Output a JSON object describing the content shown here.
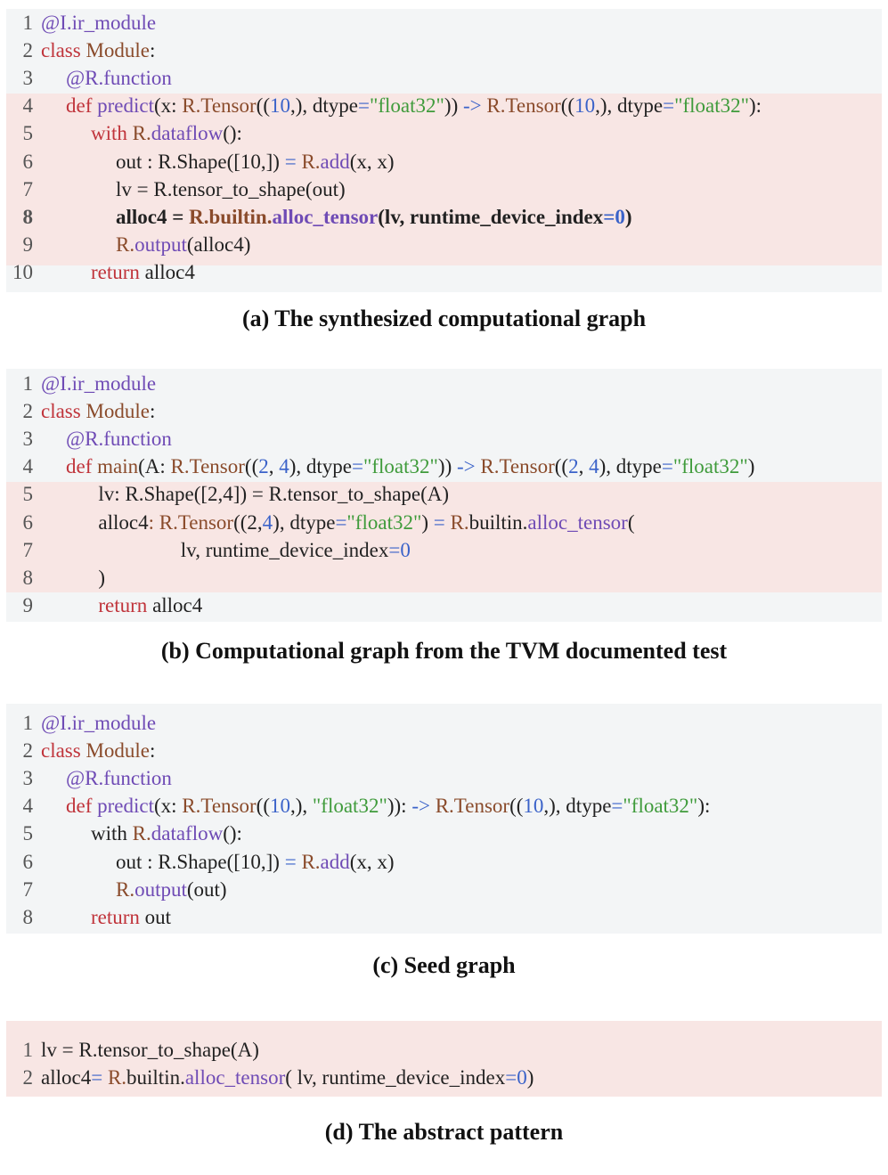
{
  "figures": [
    {
      "caption": "(a) The synthesized computational graph",
      "lines": [
        {
          "n": "1",
          "tokens": [
            {
              "t": "@I.ir_module",
              "c": "f"
            }
          ]
        },
        {
          "n": "2",
          "tokens": [
            {
              "t": "class",
              "c": "k"
            },
            {
              "t": " Module",
              "c": "c"
            },
            {
              "t": ":"
            }
          ]
        },
        {
          "n": "3",
          "indent": 1,
          "tokens": [
            {
              "t": "@R.function",
              "c": "f"
            }
          ]
        },
        {
          "n": "4",
          "indent": 1,
          "tokens": [
            {
              "t": "def ",
              "c": "k"
            },
            {
              "t": "predict",
              "c": "f"
            },
            {
              "t": "(x: "
            },
            {
              "t": "R.Tensor",
              "c": "c"
            },
            {
              "t": "(("
            },
            {
              "t": "10",
              "c": "n"
            },
            {
              "t": ",), dtype"
            },
            {
              "t": "=",
              "c": "o"
            },
            {
              "t": "\"float32\"",
              "c": "s"
            },
            {
              "t": ")) "
            },
            {
              "t": "->",
              "c": "o"
            },
            {
              "t": " "
            },
            {
              "t": "R.Tensor",
              "c": "c"
            },
            {
              "t": "(("
            },
            {
              "t": "10",
              "c": "n"
            },
            {
              "t": ",), dtype"
            },
            {
              "t": "=",
              "c": "o"
            },
            {
              "t": "\"float32\"",
              "c": "s"
            },
            {
              "t": "):"
            }
          ]
        },
        {
          "n": "5",
          "indent": 2,
          "tokens": [
            {
              "t": "with ",
              "c": "k"
            },
            {
              "t": "R.",
              "c": "c"
            },
            {
              "t": "dataflow",
              "c": "f"
            },
            {
              "t": "():"
            }
          ]
        },
        {
          "n": "6",
          "indent": 3,
          "tokens": [
            {
              "t": "out : R.Shape([10,]) "
            },
            {
              "t": "=",
              "c": "o"
            },
            {
              "t": " "
            },
            {
              "t": "R.",
              "c": "c"
            },
            {
              "t": "add",
              "c": "f"
            },
            {
              "t": "(x, x)"
            }
          ]
        },
        {
          "n": "7",
          "indent": 3,
          "tokens": [
            {
              "t": "lv = R.tensor_to_shape(out)"
            }
          ]
        },
        {
          "n": "8",
          "indent": 3,
          "bold": true,
          "tokens": [
            {
              "t": "alloc4 = "
            },
            {
              "t": "R.",
              "c": "c"
            },
            {
              "t": "builtin.",
              "c": "c"
            },
            {
              "t": "alloc_tensor",
              "c": "f"
            },
            {
              "t": "(lv, runtime_device_index"
            },
            {
              "t": "=",
              "c": "o"
            },
            {
              "t": "0",
              "c": "n"
            },
            {
              "t": ")"
            }
          ]
        },
        {
          "n": "9",
          "indent": 3,
          "tokens": [
            {
              "t": "R.",
              "c": "c"
            },
            {
              "t": "output",
              "c": "f"
            },
            {
              "t": "(alloc4)"
            }
          ]
        },
        {
          "n": "10",
          "indent": 2,
          "tokens": [
            {
              "t": "return",
              "c": "k"
            },
            {
              "t": " alloc4"
            }
          ]
        }
      ]
    },
    {
      "caption": "(b) Computational graph from the TVM documented test",
      "lines": [
        {
          "n": "1",
          "tokens": [
            {
              "t": "@I.ir_module",
              "c": "f"
            }
          ]
        },
        {
          "n": "2",
          "tokens": [
            {
              "t": "class",
              "c": "k"
            },
            {
              "t": " Module",
              "c": "c"
            },
            {
              "t": ":"
            }
          ]
        },
        {
          "n": "3",
          "indent": 1,
          "tokens": [
            {
              "t": "@R.function",
              "c": "f"
            }
          ]
        },
        {
          "n": "4",
          "indent": 1,
          "tokens": [
            {
              "t": "def ",
              "c": "k"
            },
            {
              "t": "main",
              "c": "c"
            },
            {
              "t": "(A: "
            },
            {
              "t": "R.Tensor",
              "c": "c"
            },
            {
              "t": "(("
            },
            {
              "t": "2",
              "c": "n"
            },
            {
              "t": ", "
            },
            {
              "t": "4",
              "c": "n"
            },
            {
              "t": "), dtype"
            },
            {
              "t": "=",
              "c": "o"
            },
            {
              "t": "\"float32\"",
              "c": "s"
            },
            {
              "t": ")) "
            },
            {
              "t": "->",
              "c": "o"
            },
            {
              "t": " "
            },
            {
              "t": "R.Tensor",
              "c": "c"
            },
            {
              "t": "(("
            },
            {
              "t": "2",
              "c": "n"
            },
            {
              "t": ", "
            },
            {
              "t": "4",
              "c": "n"
            },
            {
              "t": "), dtype"
            },
            {
              "t": "=",
              "c": "o"
            },
            {
              "t": "\"float32\"",
              "c": "s"
            },
            {
              "t": ")"
            }
          ]
        },
        {
          "n": "5",
          "indent": 2.3,
          "tokens": [
            {
              "t": "lv: R.Shape([2,4]) = R.tensor_to_shape(A)"
            }
          ]
        },
        {
          "n": "6",
          "indent": 2.3,
          "tokens": [
            {
              "t": "alloc4"
            },
            {
              "t": ": ",
              "c": "c"
            },
            {
              "t": "R.Tensor",
              "c": "c"
            },
            {
              "t": "((2,"
            },
            {
              "t": "4",
              "c": "n"
            },
            {
              "t": "), dtype"
            },
            {
              "t": "=",
              "c": "o"
            },
            {
              "t": "\"float32\"",
              "c": "s"
            },
            {
              "t": ") "
            },
            {
              "t": "=",
              "c": "o"
            },
            {
              "t": " "
            },
            {
              "t": "R.",
              "c": "c"
            },
            {
              "t": "builtin."
            },
            {
              "t": "alloc_tensor",
              "c": "f"
            },
            {
              "t": "("
            }
          ]
        },
        {
          "n": "7",
          "indent": 5.6,
          "tokens": [
            {
              "t": "lv, runtime_device_index"
            },
            {
              "t": "=",
              "c": "o"
            },
            {
              "t": "0",
              "c": "n"
            }
          ]
        },
        {
          "n": "8",
          "indent": 2.3,
          "tokens": [
            {
              "t": ")"
            }
          ]
        },
        {
          "n": "9",
          "indent": 2.3,
          "tokens": [
            {
              "t": "return",
              "c": "k"
            },
            {
              "t": " alloc4"
            }
          ]
        }
      ]
    },
    {
      "caption": "(c) Seed graph",
      "lines": [
        {
          "n": "1",
          "tokens": [
            {
              "t": "@I.ir_module",
              "c": "f"
            }
          ]
        },
        {
          "n": "2",
          "tokens": [
            {
              "t": "class",
              "c": "k"
            },
            {
              "t": " Module",
              "c": "c"
            },
            {
              "t": ":"
            }
          ]
        },
        {
          "n": "3",
          "indent": 1,
          "tokens": [
            {
              "t": "@R.function",
              "c": "f"
            }
          ]
        },
        {
          "n": "4",
          "indent": 1,
          "tokens": [
            {
              "t": "def ",
              "c": "k"
            },
            {
              "t": "predict",
              "c": "f"
            },
            {
              "t": "(x: "
            },
            {
              "t": "R.Tensor",
              "c": "c"
            },
            {
              "t": "(("
            },
            {
              "t": "10",
              "c": "n"
            },
            {
              "t": ",), "
            },
            {
              "t": "\"float32\"",
              "c": "s"
            },
            {
              "t": ")): "
            },
            {
              "t": "->",
              "c": "o"
            },
            {
              "t": " "
            },
            {
              "t": "R.Tensor",
              "c": "c"
            },
            {
              "t": "(("
            },
            {
              "t": "10",
              "c": "n"
            },
            {
              "t": ",), dtype"
            },
            {
              "t": "=",
              "c": "o"
            },
            {
              "t": "\"float32\"",
              "c": "s"
            },
            {
              "t": "):"
            }
          ]
        },
        {
          "n": "5",
          "indent": 2,
          "tokens": [
            {
              "t": "with "
            },
            {
              "t": "R.",
              "c": "c"
            },
            {
              "t": "dataflow",
              "c": "f"
            },
            {
              "t": "():"
            }
          ]
        },
        {
          "n": "6",
          "indent": 3,
          "tokens": [
            {
              "t": "out : R.Shape([10,]) "
            },
            {
              "t": "=",
              "c": "o"
            },
            {
              "t": " "
            },
            {
              "t": "R.",
              "c": "c"
            },
            {
              "t": "add",
              "c": "f"
            },
            {
              "t": "(x, x)"
            }
          ]
        },
        {
          "n": "7",
          "indent": 3,
          "tokens": [
            {
              "t": "R.",
              "c": "c"
            },
            {
              "t": "output",
              "c": "f"
            },
            {
              "t": "(out)"
            }
          ]
        },
        {
          "n": "8",
          "indent": 2,
          "tokens": [
            {
              "t": "return",
              "c": "k"
            },
            {
              "t": " out"
            }
          ]
        }
      ]
    },
    {
      "caption": "(d) The abstract pattern",
      "lines": [
        {
          "n": "1",
          "tokens": [
            {
              "t": "lv = R.tensor_to_shape(A)"
            }
          ]
        },
        {
          "n": "2",
          "tokens": [
            {
              "t": "alloc4"
            },
            {
              "t": "=",
              "c": "o"
            },
            {
              "t": " "
            },
            {
              "t": "R.",
              "c": "c"
            },
            {
              "t": "builtin."
            },
            {
              "t": "alloc_tensor",
              "c": "f"
            },
            {
              "t": "( lv, runtime_device_index"
            },
            {
              "t": "=",
              "c": "o"
            },
            {
              "t": "0",
              "c": "n"
            },
            {
              "t": ")"
            }
          ]
        }
      ]
    }
  ]
}
